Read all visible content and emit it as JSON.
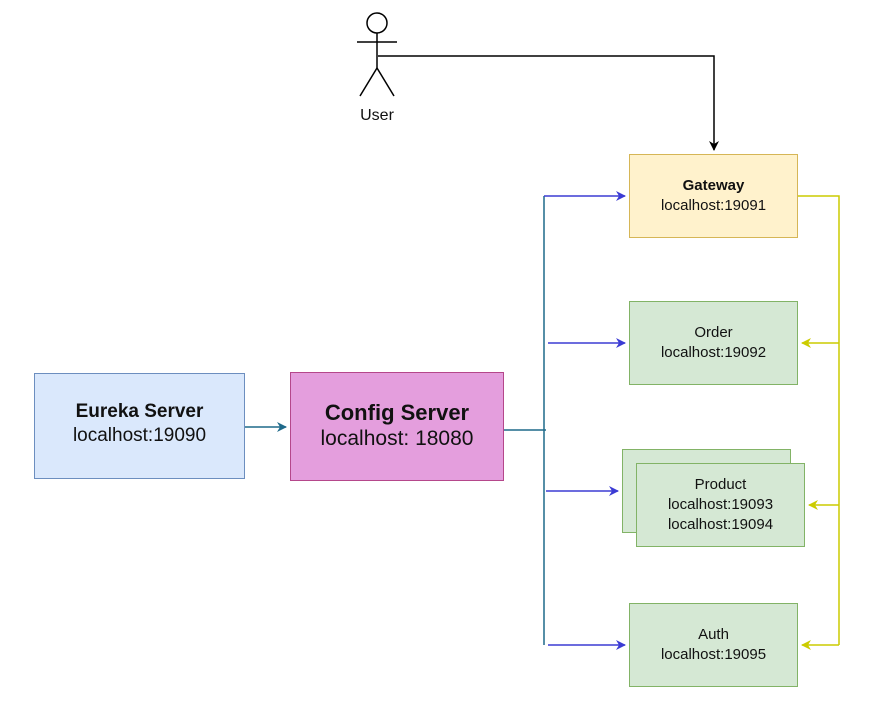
{
  "user": {
    "label": "User"
  },
  "nodes": {
    "eureka": {
      "title": "Eureka Server",
      "address": "localhost:19090"
    },
    "config": {
      "title": "Config Server",
      "address": "localhost: 18080"
    },
    "gateway": {
      "title": "Gateway",
      "address": "localhost:19091"
    },
    "order": {
      "title": "Order",
      "address": "localhost:19092"
    },
    "product": {
      "title": "Product",
      "address_1": "localhost:19093",
      "address_2": "localhost:19094"
    },
    "auth": {
      "title": "Auth",
      "address": "localhost:19095"
    }
  },
  "colors": {
    "eureka_fill": "#dae8fc",
    "config_fill": "#e49edd",
    "gateway_fill": "#fff2cc",
    "service_fill": "#d5e8d4",
    "config_connector": "#1f6a8a",
    "config_arrows": "#3b3bd4",
    "gateway_connector": "#cccc00",
    "user_arrow": "#000000"
  }
}
